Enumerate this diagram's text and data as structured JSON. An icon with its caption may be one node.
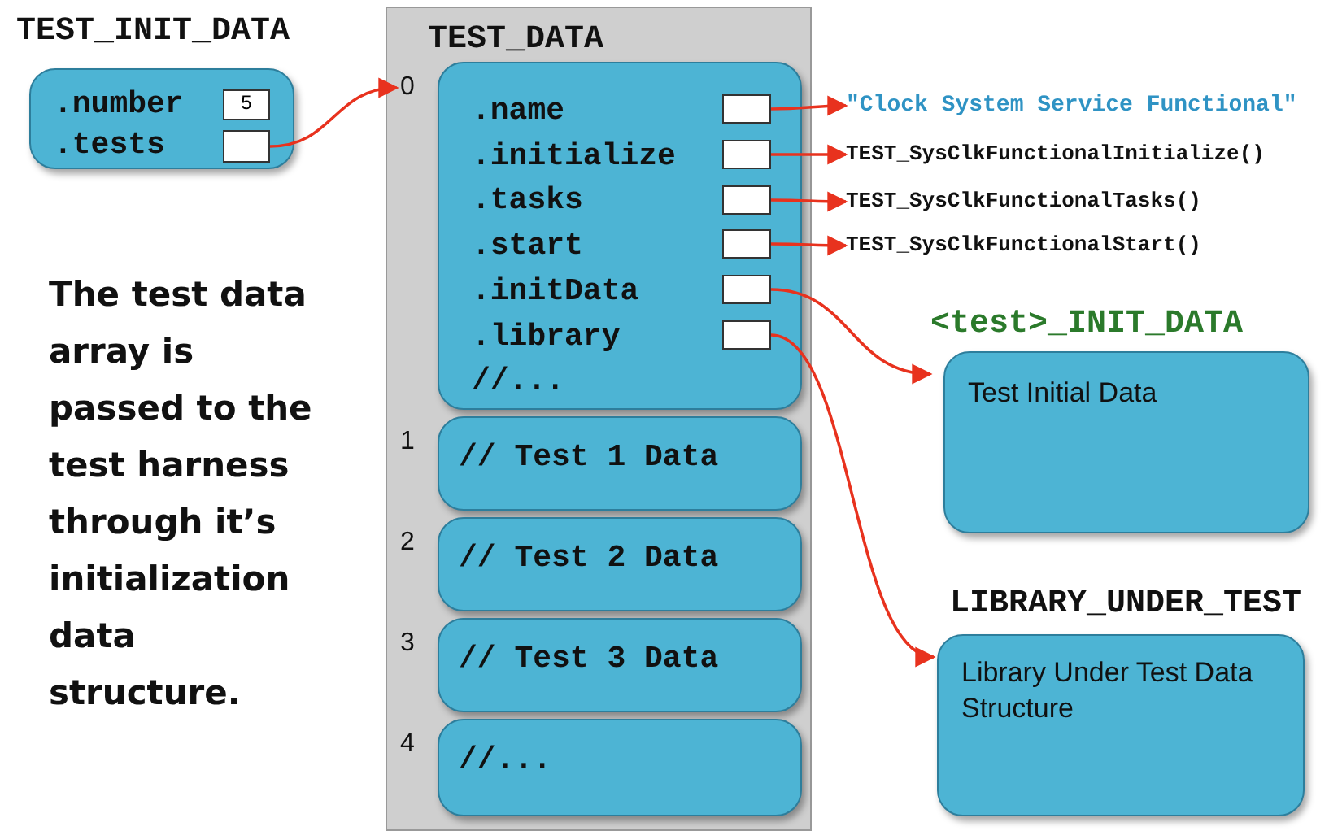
{
  "diagram": {
    "nodes": [
      {
        "text": [
          "TEST_INIT_DATA",
          ".number",
          ".tests"
        ]
      },
      {
        "text": [
          "5"
        ],
        "in": 0
      },
      {
        "text": [],
        "shape": "box",
        "in": 0
      },
      {
        "text": [
          "TEST_DATA"
        ]
      },
      {
        "text": [
          ".name",
          ".initialize",
          ".tasks",
          ".start",
          ".initData",
          ".library",
          "//..."
        ],
        "beside": [
          "0"
        ],
        "in": 3
      },
      {
        "text": [],
        "shape": "box",
        "in": 4
      },
      {
        "text": [],
        "shape": "box",
        "in": 4
      },
      {
        "text": [],
        "shape": "box",
        "in": 4
      },
      {
        "text": [],
        "shape": "box",
        "in": 4
      },
      {
        "text": [],
        "shape": "box",
        "in": 4
      },
      {
        "text": [],
        "shape": "box",
        "in": 4
      },
      {
        "text": [
          "// Test 1 Data"
        ],
        "beside": [
          "1"
        ],
        "in": 3
      },
      {
        "text": [
          "// Test 2 Data"
        ],
        "beside": [
          "2"
        ],
        "in": 3
      },
      {
        "text": [
          "// Test 3 Data"
        ],
        "beside": [
          "3"
        ],
        "in": 3
      },
      {
        "text": [
          "//..."
        ],
        "beside": [
          "4"
        ],
        "in": 3
      },
      {
        "text": [
          "\"Clock System Service Functional\""
        ]
      },
      {
        "text": [
          "TEST_SysClkFunctionalInitialize()"
        ]
      },
      {
        "text": [
          "TEST_SysClkFunctionalTasks()"
        ]
      },
      {
        "text": [
          "TEST_SysClkFunctionalStart()"
        ]
      },
      {
        "text": [
          "<test>_INIT_DATA",
          "Test Initial Data"
        ]
      },
      {
        "text": [
          "LIBRARY_UNDER_TEST",
          "Library Under Test Data Structure"
        ]
      }
    ],
    "edges": [
      {
        "from": 2,
        "to": 4,
        "arrow": "to"
      },
      {
        "from": 5,
        "to": 15,
        "arrow": "to"
      },
      {
        "from": 6,
        "to": 16,
        "arrow": "to"
      },
      {
        "from": 7,
        "to": 17,
        "arrow": "to"
      },
      {
        "from": 8,
        "to": 18,
        "arrow": "to"
      },
      {
        "from": 9,
        "to": 19,
        "arrow": "to"
      },
      {
        "from": 10,
        "to": 20,
        "arrow": "to"
      }
    ],
    "labels": [
      "The test data array is passed to the test harness through it’s initialization data structure."
    ]
  }
}
